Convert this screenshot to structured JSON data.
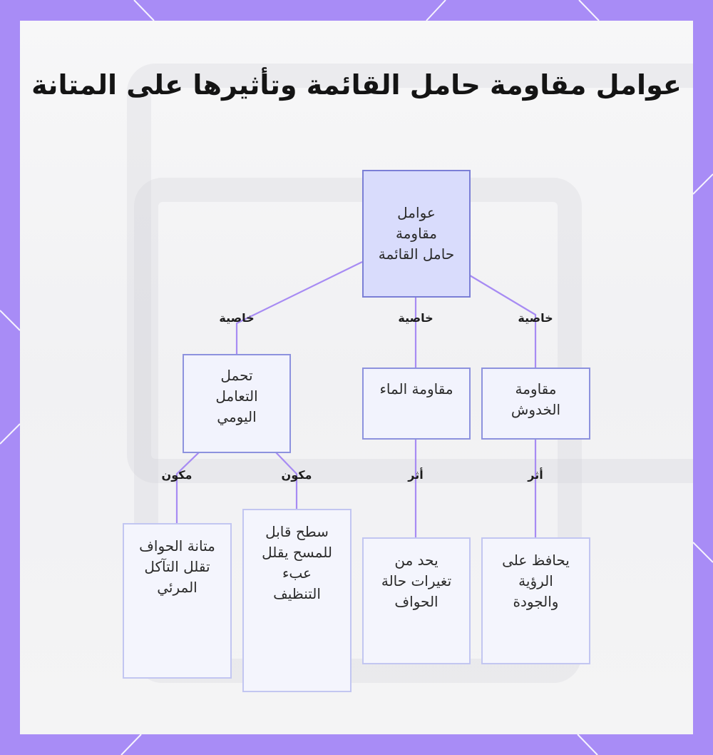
{
  "title": "عوامل مقاومة حامل القائمة وتأثيرها على المتانة",
  "nodes": {
    "root": "عوامل مقاومة حامل القائمة",
    "durability": "تحمل التعامل اليومي",
    "water": "مقاومة الماء",
    "scratch": "مقاومة الخدوش",
    "edges_strength": "متانة الحواف تقلل التآكل المرئي",
    "wipeable": "سطح قابل للمسح يقلل عبء التنظيف",
    "limits_changes": "يحد من تغيرات حالة الحواف",
    "keeps_quality": "يحافظ على الرؤية والجودة"
  },
  "edge_labels": {
    "property_left": "خاصية",
    "property_middle": "خاصية",
    "property_right": "خاصية",
    "component_left": "مكون",
    "component_right": "مكون",
    "effect_water": "أثر",
    "effect_scratch": "أثر"
  },
  "colors": {
    "frame": "#a88cf6",
    "edge": "#a78bf3",
    "root_fill": "#d9dcfc",
    "root_border": "#7b7fd6",
    "mid_border": "#8d92de",
    "leaf_border": "#c2c6f1"
  }
}
